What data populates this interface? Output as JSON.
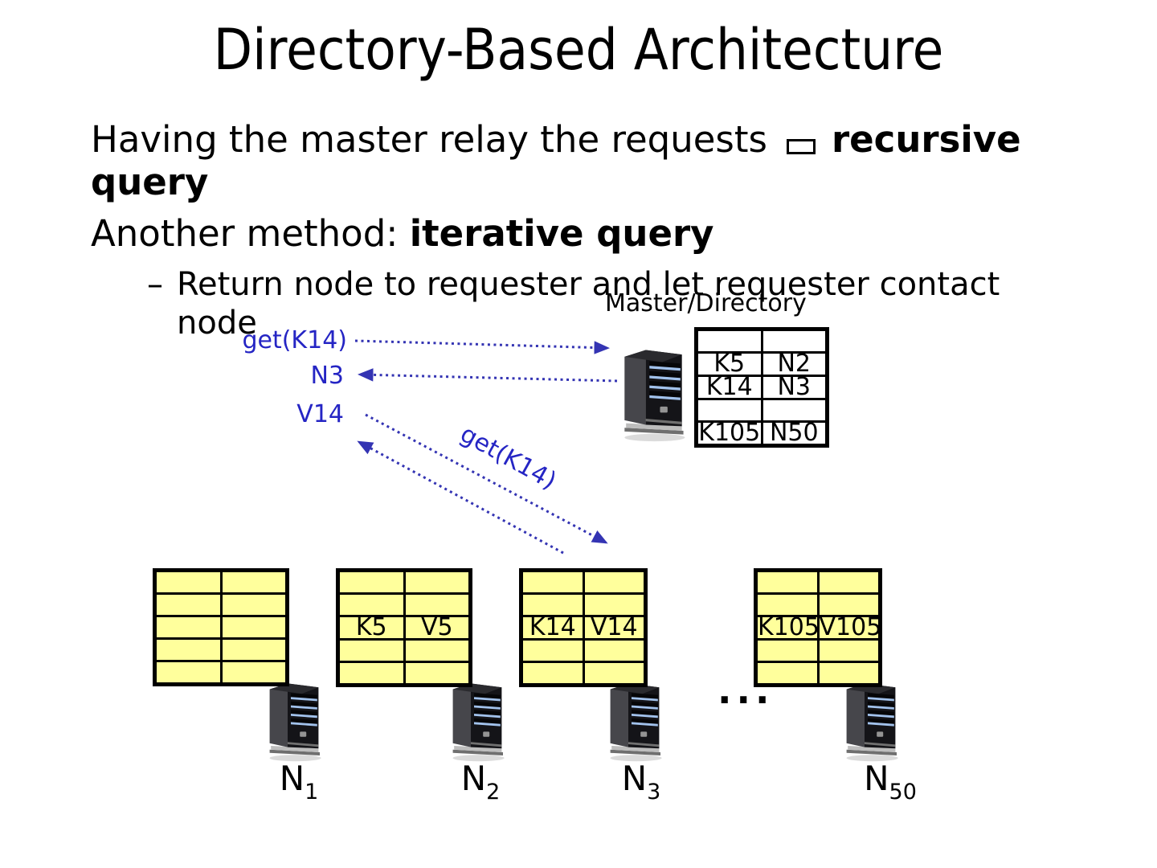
{
  "title": "Directory-Based Architecture",
  "body": {
    "p1_normal": "Having the master relay the requests",
    "p1_symbol_icon": "box-glyph",
    "p1_bold_line1": "recursive",
    "p1_bold_line2": "query",
    "p2_normal": "Another method: ",
    "p2_bold": "iterative query",
    "bullet_dash": "–",
    "bullet_line1": "Return node to requester and let requester contact",
    "bullet_line2": "node"
  },
  "diagram": {
    "master_label": "Master/Directory",
    "master_table": [
      [
        "",
        ""
      ],
      [
        "K5",
        "N2"
      ],
      [
        "K14",
        "N3"
      ],
      [
        "",
        ""
      ],
      [
        "K105",
        "N50"
      ]
    ],
    "messages": {
      "request_top": "get(K14)",
      "reply_node": "N3",
      "reply_value": "V14",
      "request_diagonal": "get(K14)"
    },
    "ellipsis": "...",
    "nodes": [
      {
        "name": "N",
        "sub": "1",
        "table": [
          [
            "",
            ""
          ],
          [
            "",
            ""
          ],
          [
            "",
            ""
          ],
          [
            "",
            ""
          ],
          [
            "",
            ""
          ]
        ]
      },
      {
        "name": "N",
        "sub": "2",
        "table": [
          [
            "",
            ""
          ],
          [
            "",
            ""
          ],
          [
            "K5",
            "V5"
          ],
          [
            "",
            ""
          ],
          [
            "",
            ""
          ]
        ]
      },
      {
        "name": "N",
        "sub": "3",
        "table": [
          [
            "",
            ""
          ],
          [
            "",
            ""
          ],
          [
            "K14",
            "V14"
          ],
          [
            "",
            ""
          ],
          [
            "",
            ""
          ]
        ]
      },
      {
        "name": "N",
        "sub": "50",
        "table": [
          [
            "",
            ""
          ],
          [
            "",
            ""
          ],
          [
            "K105",
            "V105"
          ],
          [
            "",
            ""
          ],
          [
            "",
            ""
          ]
        ]
      }
    ],
    "colors": {
      "accent_blue": "#2525c4",
      "arrow_blue": "#3434b3",
      "table_fill": "#ffff9c"
    }
  }
}
